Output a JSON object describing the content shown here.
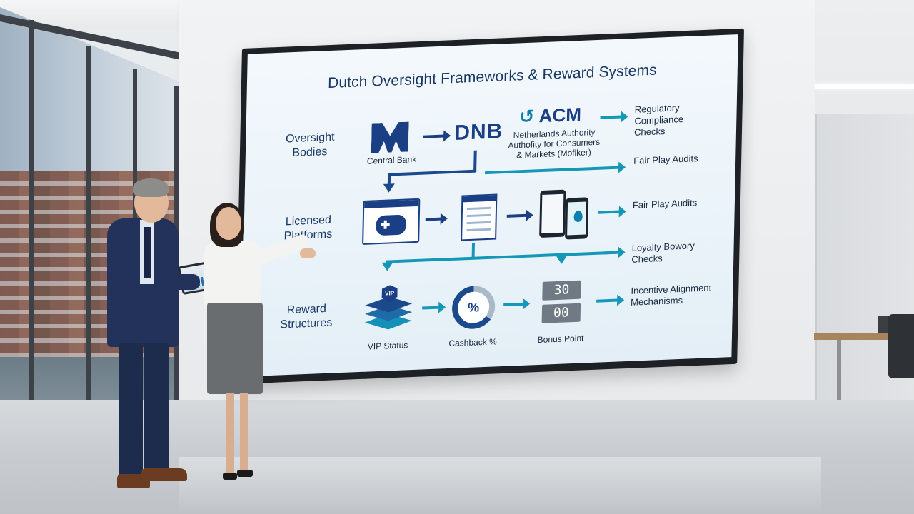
{
  "screen": {
    "title": "Dutch Oversight Frameworks & Reward Systems",
    "rows": {
      "oversight": {
        "label": "Oversight Bodies",
        "central_bank_caption": "Central Bank",
        "dnb_logo_text": "DNB",
        "acm_logo_text": "ACM",
        "acm_caption": "Netherlands Authority Authofity for Consumers & Markets (Moflker)",
        "note_top": "Regulatory Compliance Checks",
        "note_mid": "Fair Play Audits"
      },
      "platforms": {
        "label": "Licensed Platforms",
        "doc_header": "",
        "note": "Fair Play Audits",
        "note_lower": "Loyalty Bowory Checks"
      },
      "rewards": {
        "label": "Reward Structures",
        "vip_badge": "VIP",
        "vip_caption": "VIP Status",
        "cashback_symbol": "%",
        "cashback_caption": "Cashback %",
        "bonus_values": [
          "30",
          "00"
        ],
        "bonus_caption": "Bonus Point",
        "note": "Incentive Alignment Mechanisms"
      }
    }
  },
  "colors": {
    "navy": "#1a3f85",
    "teal": "#0a7fb0",
    "screen_bg": "#eaf3f9"
  },
  "icons": [
    "central-bank-logo-icon",
    "gamepad-browser-icon",
    "document-icon",
    "smartphone-icon",
    "vip-layers-icon",
    "percent-gauge-icon"
  ]
}
